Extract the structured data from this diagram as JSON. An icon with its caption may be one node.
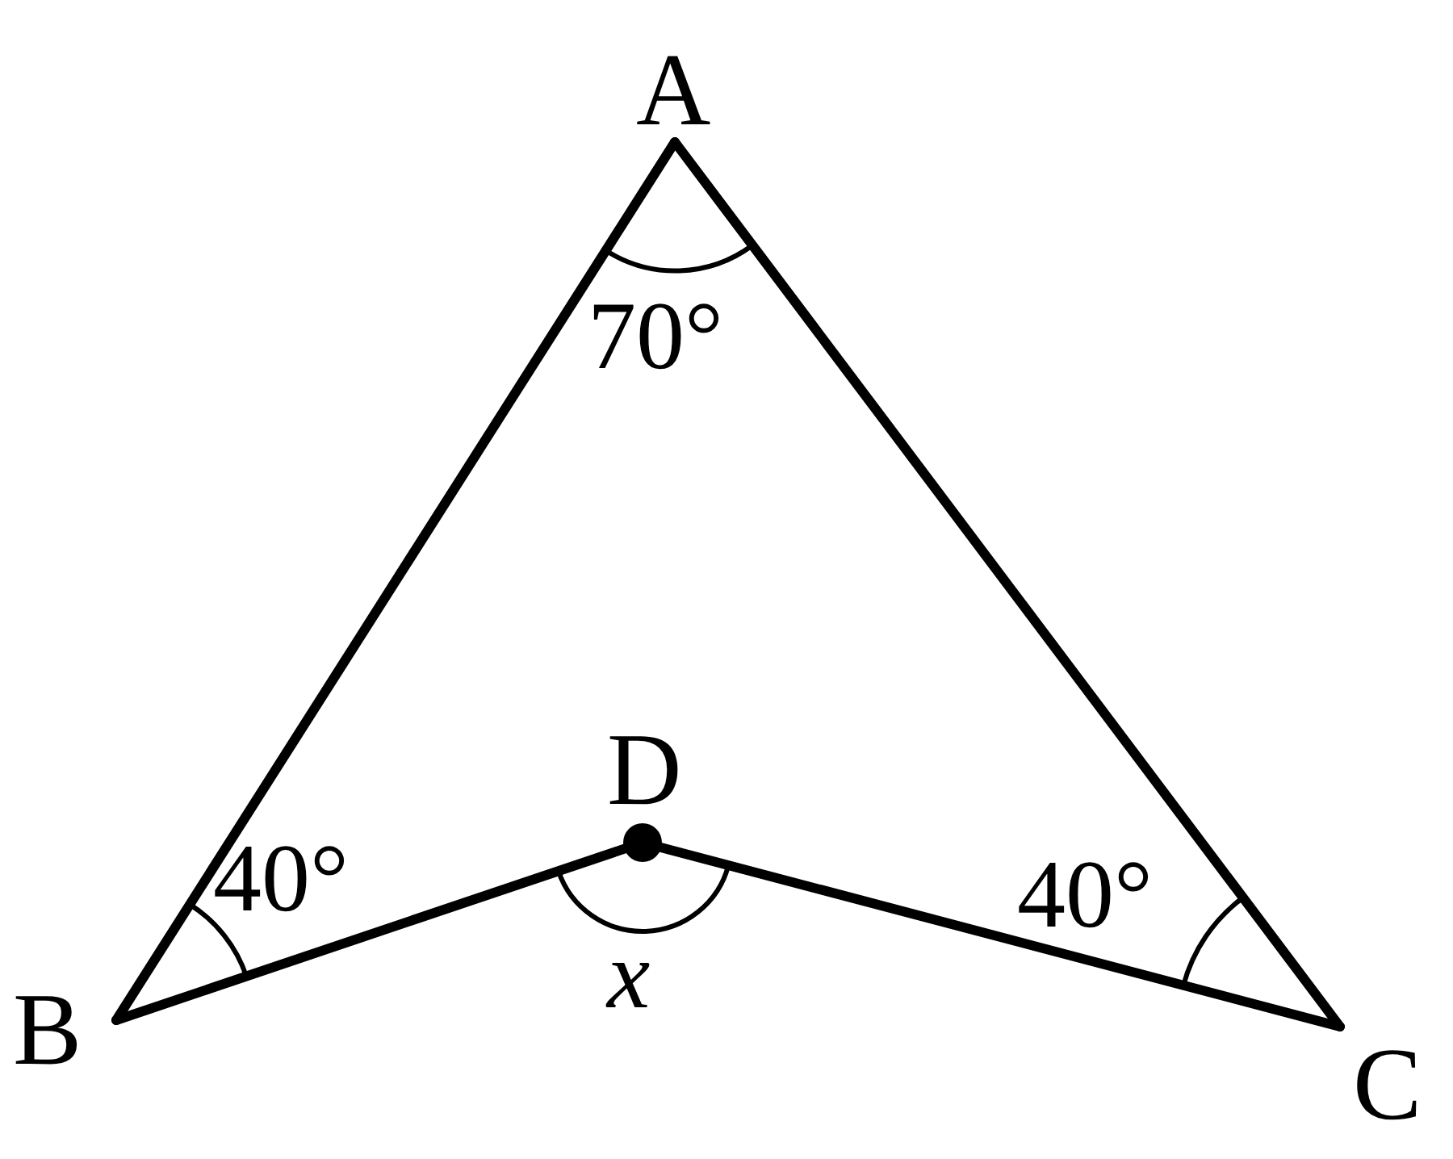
{
  "diagram": {
    "nodes": [
      {
        "text": [
          "A"
        ]
      },
      {
        "text": [
          "B"
        ]
      },
      {
        "text": [
          "C"
        ]
      },
      {
        "text": [
          "D"
        ]
      }
    ],
    "edges": [
      {
        "from": 0,
        "to": 1,
        "arrow": "none"
      },
      {
        "from": 0,
        "to": 2,
        "arrow": "none"
      },
      {
        "from": 1,
        "to": 3,
        "arrow": "none"
      },
      {
        "from": 3,
        "to": 2,
        "arrow": "none"
      }
    ],
    "labels": [
      "70°",
      "40°",
      "40°",
      "x"
    ]
  }
}
